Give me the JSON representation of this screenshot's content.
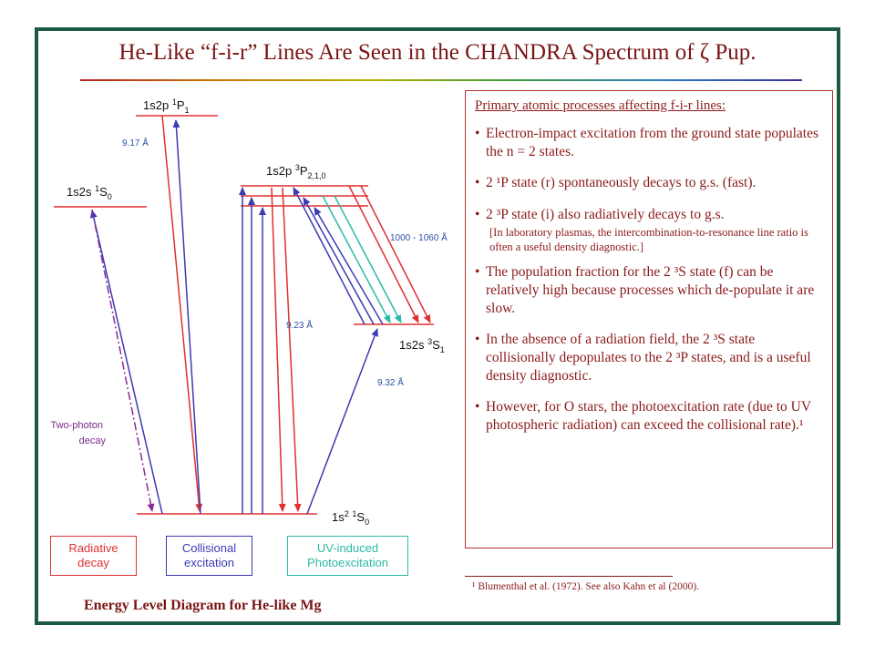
{
  "title": "He-Like “f-i-r” Lines Are Seen in the CHANDRA Spectrum of ζ Pup.",
  "diagram": {
    "levels": {
      "p1": {
        "base": "1s2p ",
        "sup": "1",
        "mid": "P",
        "sub": "1"
      },
      "s0": {
        "base": "1s2s ",
        "sup": "1",
        "mid": "S",
        "sub": "0"
      },
      "p3": {
        "base": "1s2p ",
        "sup": "3",
        "mid": "P",
        "sub": "2,1,0"
      },
      "s3": {
        "base": "1s2s ",
        "sup": "3",
        "mid": "S",
        "sub": "1"
      },
      "gs": {
        "base": "1s",
        "sup": "2",
        "mid": " ",
        "sup2": "1",
        "tail": "S",
        "sub": "0"
      }
    },
    "wavelengths": {
      "r": "9.17 Å",
      "i": "9.23 Å",
      "f": "9.32 Å",
      "uv": "1000 - 1060 Å"
    },
    "two_photon": [
      "Two-photon",
      "decay"
    ]
  },
  "legend": {
    "radiative": [
      "Radiative",
      "decay"
    ],
    "collisional": [
      "Collisional",
      "excitation"
    ],
    "uv": [
      "UV-induced",
      "Photoexcitation"
    ]
  },
  "caption": "Energy Level Diagram for He-like Mg",
  "panel": {
    "heading": "Primary atomic processes affecting f-i-r lines:",
    "bullets": [
      "Electron-impact excitation from the ground state populates the n = 2 states.",
      "2 ¹P state (r) spontaneously decays to g.s. (fast).",
      "2 ³P state (i) also radiatively decays to g.s.",
      "The population fraction for the 2 ³S state (f) can be relatively high because processes which de-populate it are slow.",
      " In the absence of a radiation field, the 2 ³S state collisionally depopulates to the 2 ³P states, and is a useful density diagnostic.",
      "However, for O stars, the photoexcitation rate (due to UV photospheric radiation) can exceed the collisional rate).¹"
    ],
    "bullet3_note": "[In laboratory plasmas, the intercombination-to-resonance line ratio is often a useful density diagnostic.]"
  },
  "footnote": "¹ Blumenthal et al. (1972).  See also Kahn et al (2000).",
  "colors": {
    "radiative": "#e03030",
    "collisional": "#3b3bb3",
    "uv": "#2bbaa6",
    "two_photon": "#8a2a9a",
    "title": "#7a1515",
    "frame": "#1d5a44"
  }
}
